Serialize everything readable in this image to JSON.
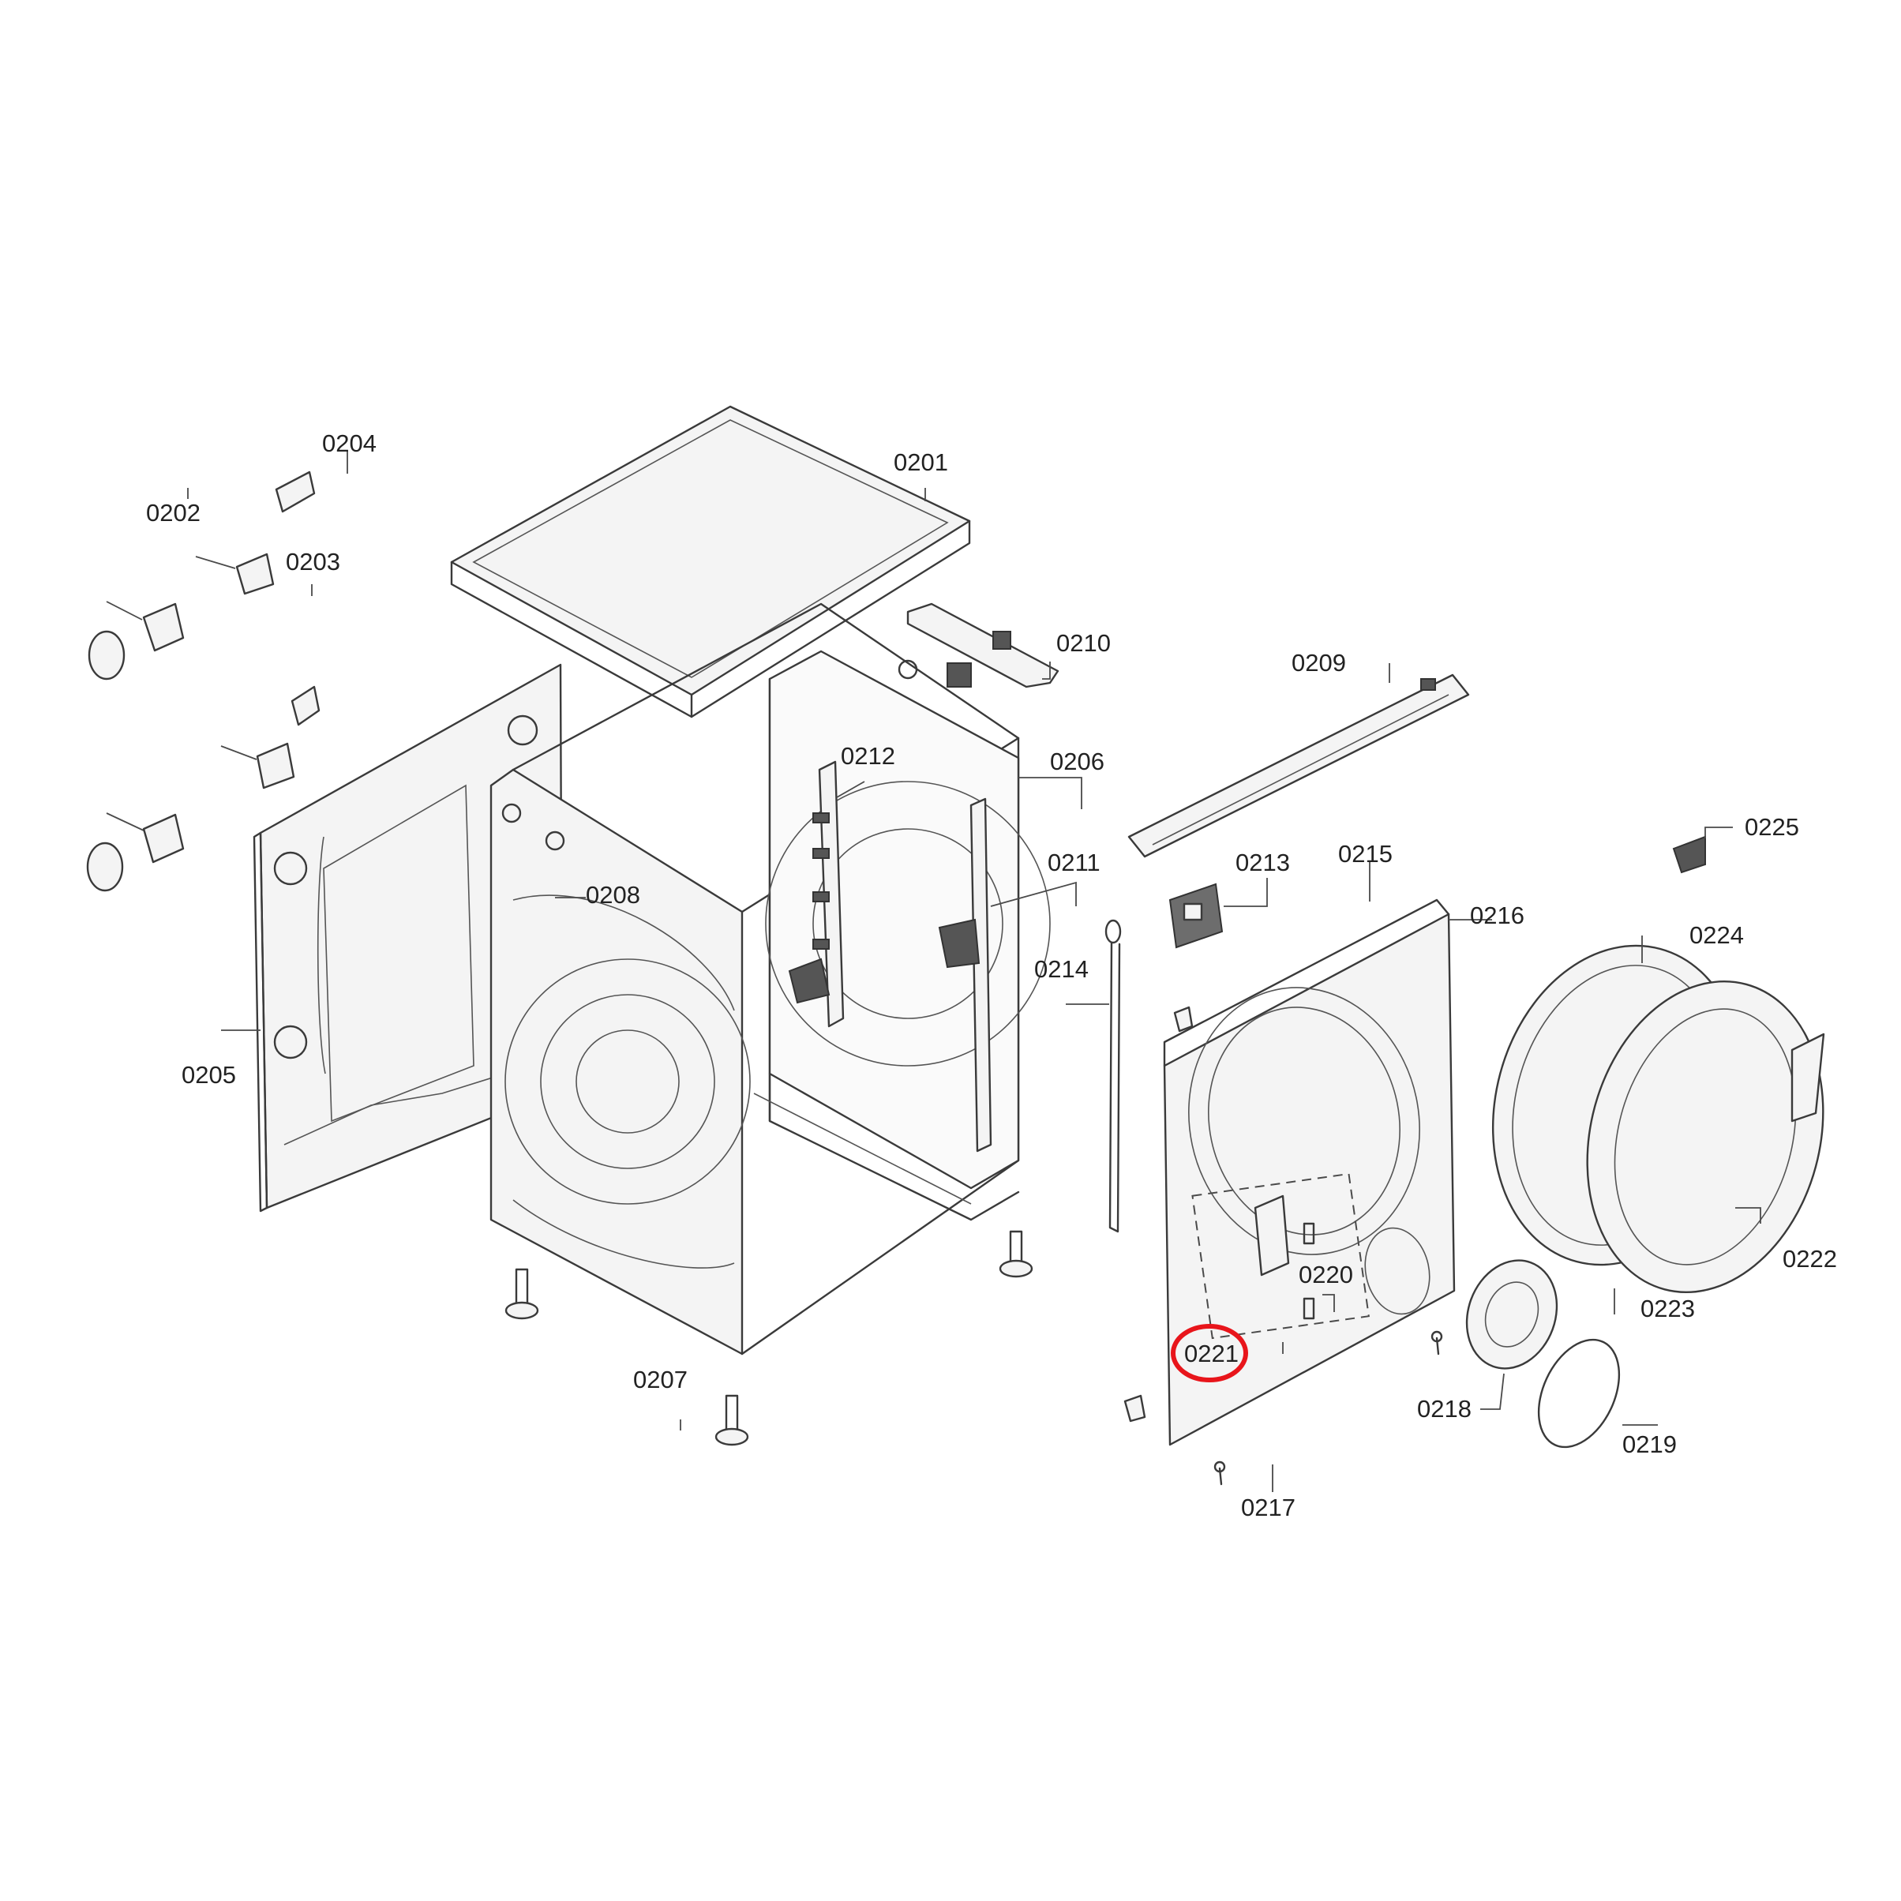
{
  "diagram": {
    "labels": {
      "p0201": "0201",
      "p0202": "0202",
      "p0203": "0203",
      "p0204": "0204",
      "p0205": "0205",
      "p0206": "0206",
      "p0207": "0207",
      "p0208": "0208",
      "p0209": "0209",
      "p0210": "0210",
      "p0211": "0211",
      "p0212": "0212",
      "p0213": "0213",
      "p0214": "0214",
      "p0215": "0215",
      "p0216": "0216",
      "p0217": "0217",
      "p0218": "0218",
      "p0219": "0219",
      "p0220": "0220",
      "p0221": "0221",
      "p0222": "0222",
      "p0223": "0223",
      "p0224": "0224",
      "p0225": "0225"
    },
    "highlighted_part": "0221",
    "highlight_color": "#e8151b",
    "line_color": "#3a3a3a"
  }
}
